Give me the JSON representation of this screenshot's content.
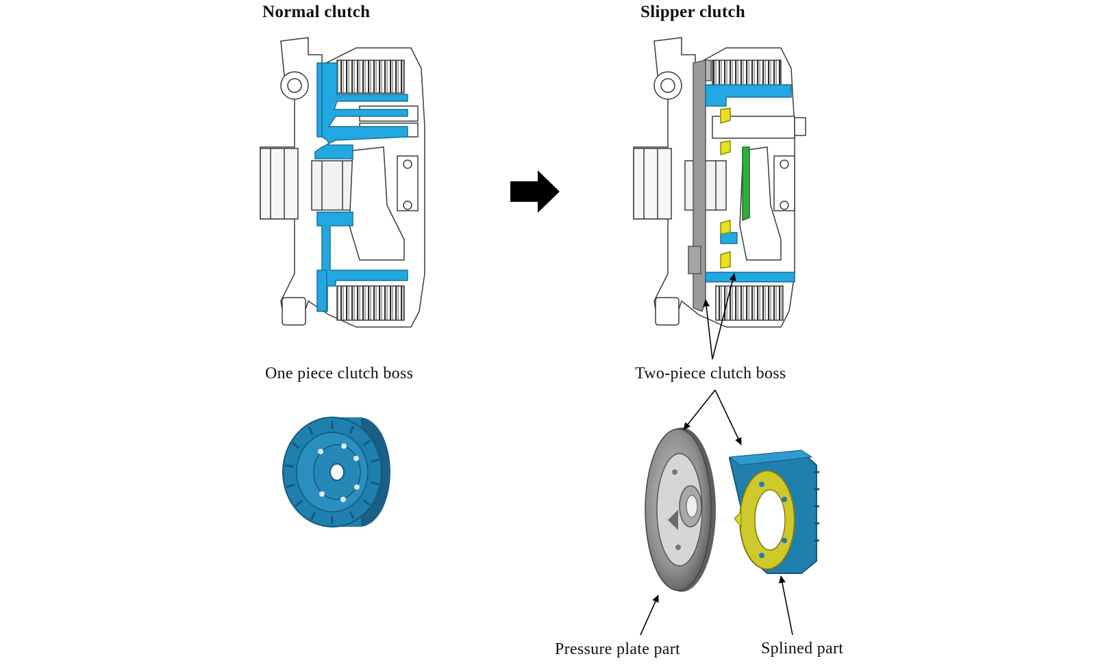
{
  "titles": {
    "normal": "Normal clutch",
    "slipper": "Slipper clutch"
  },
  "labels": {
    "one_piece": "One piece clutch boss",
    "two_piece": "Two-piece clutch boss",
    "pressure_plate": "Pressure plate part",
    "splined": "Splined part"
  },
  "colors": {
    "clutch_boss_blue": "#22a8e0",
    "part_3d_blue": "#1f7fae",
    "pressure_plate_gray": "#8a8a8a",
    "highlight_yellow": "#e6e21e",
    "highlight_green": "#2eae3a",
    "outline": "#3a3a3a",
    "arrow": "#000000"
  }
}
